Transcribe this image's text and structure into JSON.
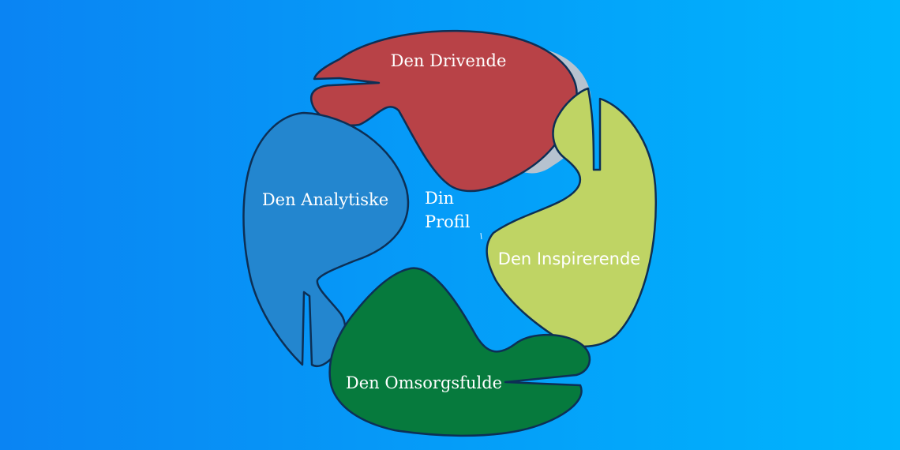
{
  "diagram": {
    "center": {
      "line1": "Din",
      "line2": "Profil"
    },
    "segments": {
      "top": {
        "label": "Den Drivende",
        "color": "#b84247"
      },
      "right": {
        "label": "Den Inspirerende",
        "color": "#bfd464"
      },
      "bottom": {
        "label": "Den Omsorgsfulde",
        "color": "#067a3d"
      },
      "left": {
        "label": "Den Analytiske",
        "color": "#2386cf"
      }
    },
    "background": {
      "from": "#0a84f3",
      "to": "#00b5fd"
    },
    "outline_color": "#0d2f55",
    "shadow_color": "#b6c2cf"
  }
}
